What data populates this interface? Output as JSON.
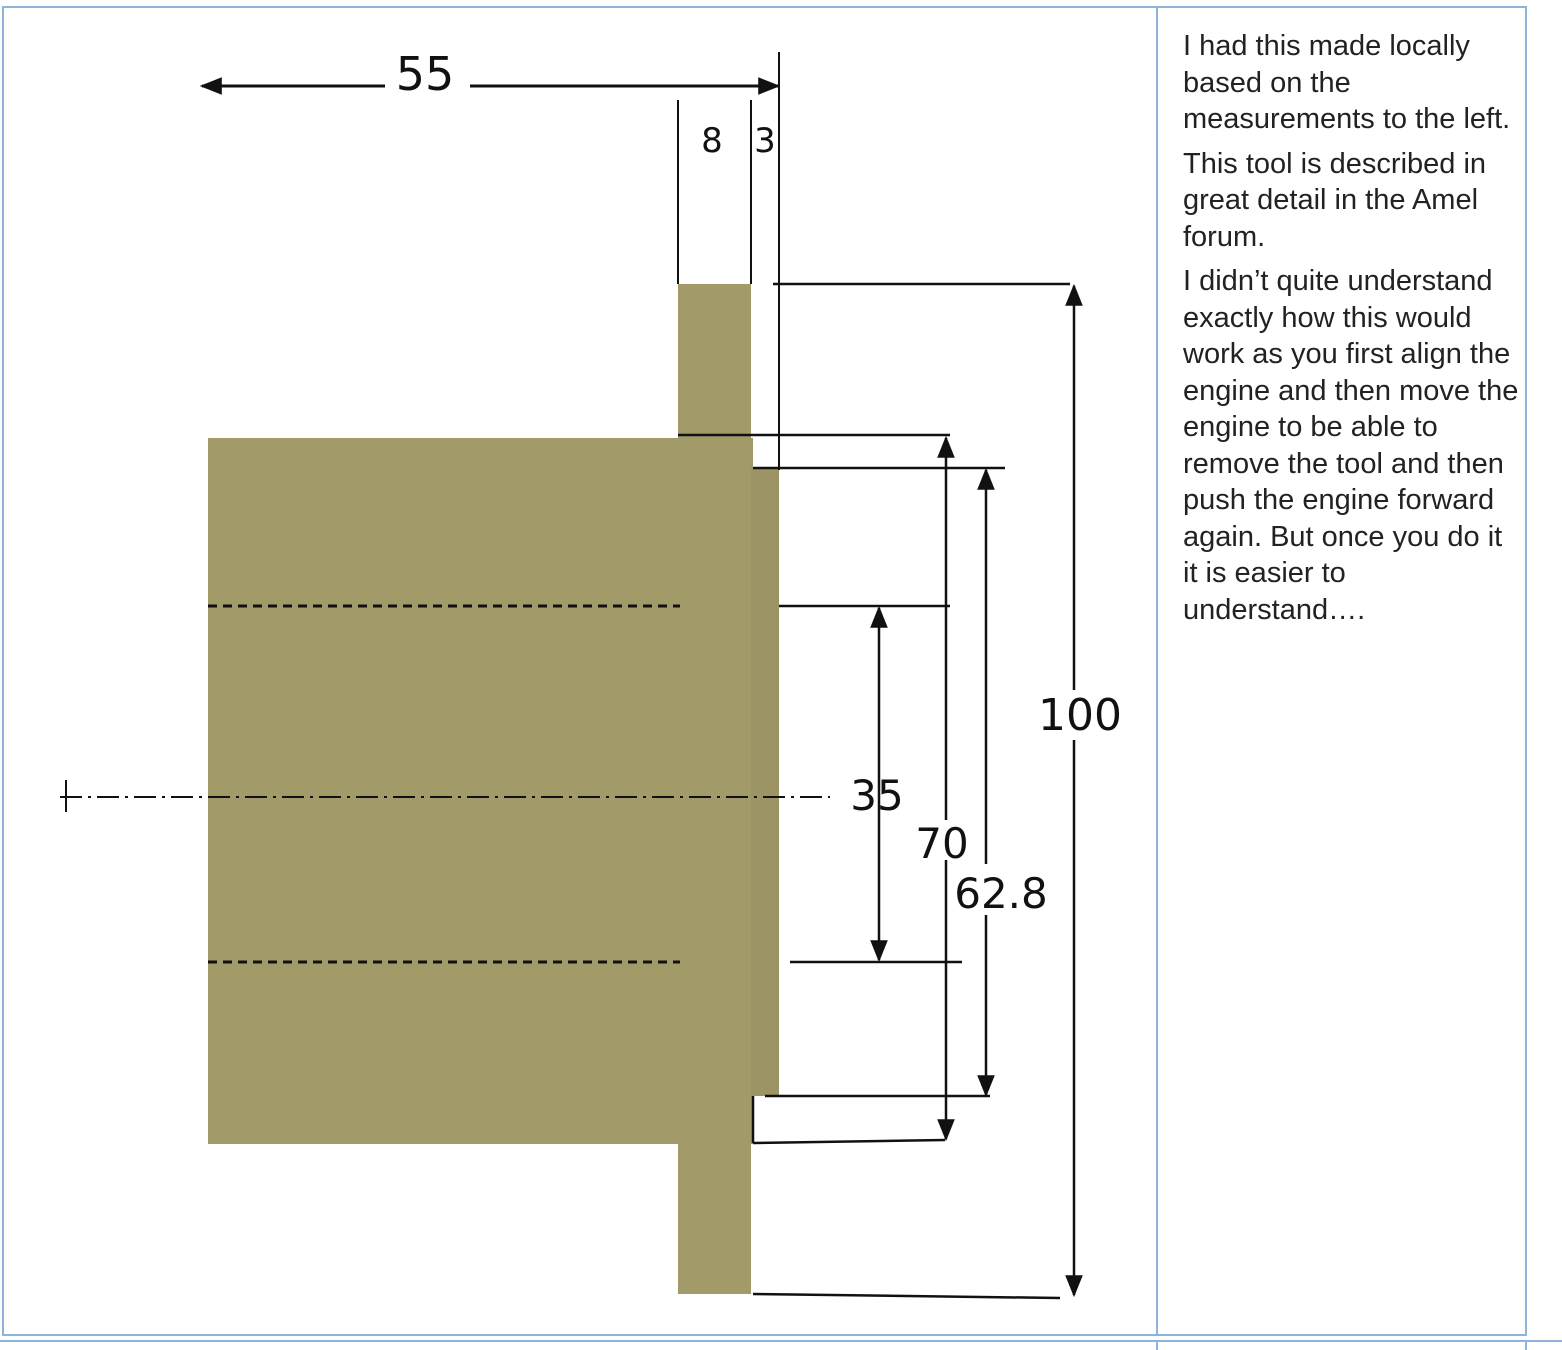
{
  "drawing": {
    "colors": {
      "part_fill": "#a39a6a",
      "line": "#111111",
      "border": "#8fb4d9"
    },
    "dimensions": {
      "overall_length": "55",
      "flange_thickness": "8",
      "step_width": "3",
      "flange_diameter": "100",
      "body_diameter": "70",
      "step_diameter": "62.8",
      "bore_diameter": "35"
    }
  },
  "notes": {
    "paragraphs": [
      "I had this made locally based on the measurements to the left.",
      "This tool is described in great detail in the Amel forum.",
      "I didn’t quite understand exactly how this would work as you first align the engine and then move the engine to be able to remove the tool and then push the engine forward again. But once you do it it is easier to understand…."
    ]
  }
}
